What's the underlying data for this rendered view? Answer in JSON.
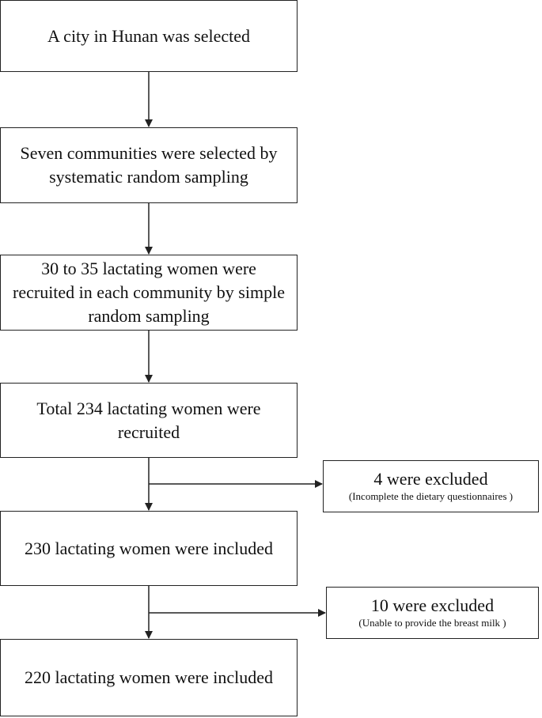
{
  "flow": {
    "steps": [
      {
        "text": "A city in Hunan was selected"
      },
      {
        "text": "Seven communities were selected by systematic random sampling"
      },
      {
        "text": "30 to 35 lactating women were recruited in each community by simple random sampling"
      },
      {
        "text": "Total 234 lactating women were recruited"
      },
      {
        "text": "230 lactating women were included"
      },
      {
        "text": "220 lactating women were included"
      }
    ],
    "exclusions": [
      {
        "title": "4 were excluded",
        "note": "(Incomplete the dietary questionnaires )"
      },
      {
        "title": "10 were excluded",
        "note": "(Unable to provide the breast milk )"
      }
    ]
  },
  "colors": {
    "line": "#222222",
    "background": "#ffffff"
  }
}
